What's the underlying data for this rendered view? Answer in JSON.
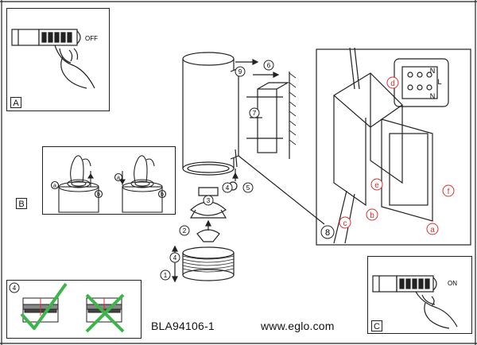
{
  "panels": {
    "a_label": "A",
    "a_switch_text": "OFF",
    "b_label": "B",
    "b_callouts": [
      "a",
      "b",
      "a",
      "b"
    ],
    "c_label": "C",
    "c_switch_text": "ON",
    "step4_badge": "4"
  },
  "steps": {
    "s1": "1",
    "s2": "2",
    "s3": "3",
    "s4": "4",
    "s5": "5",
    "s6": "6",
    "s7": "7",
    "s8": "8",
    "s9": "9"
  },
  "callouts": {
    "a": "a",
    "b": "b",
    "c": "c",
    "d": "d",
    "e": "e",
    "f": "f",
    "terminal_n_top": "N",
    "terminal_n_bottom": "N",
    "terminal_l": "L"
  },
  "footer": {
    "code": "BLA94106-1",
    "url": "www.eglo.com"
  },
  "colors": {
    "line": "#222222",
    "callout_red": "#d9302c",
    "check_green": "#3cb54a"
  }
}
